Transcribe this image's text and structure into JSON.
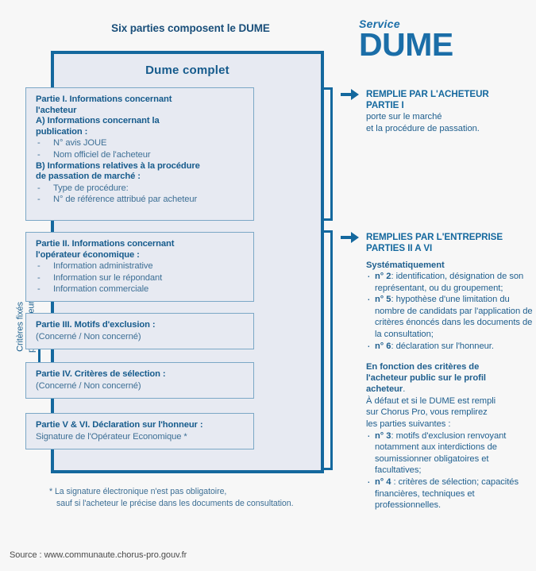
{
  "main_title": "Six parties composent le DUME",
  "logo": {
    "service": "Service",
    "name": "DUME"
  },
  "outer_box": {
    "title": "Dume  complet"
  },
  "left_label": {
    "line1": "Critères fixés",
    "line2": "par l'acheteur"
  },
  "parts": [
    {
      "id": "part-1",
      "heading_lines": [
        "Partie I. Informations concernant",
        "l'acheteur",
        "A) Informations concernant la",
        "publication :"
      ],
      "bullets_a": [
        "N°  avis JOUE",
        "Nom officiel de l'acheteur"
      ],
      "heading_b_lines": [
        "B) Informations relatives à la procédure",
        "de passation de marché :"
      ],
      "bullets_b": [
        "Type de procédure:",
        "N°  de référence attribué par acheteur"
      ]
    },
    {
      "id": "part-2",
      "heading_lines": [
        "Partie II. Informations concernant",
        "l'opérateur économique :"
      ],
      "bullets": [
        "Information administrative",
        "Information sur le répondant",
        "Information commerciale"
      ]
    },
    {
      "id": "part-3",
      "heading": "Partie III. Motifs d'exclusion :",
      "sub": "(Concerné / Non concerné)"
    },
    {
      "id": "part-4",
      "heading": "Partie IV. Critères de sélection :",
      "sub": "(Concerné / Non concerné)"
    },
    {
      "id": "part-5",
      "heading": "Partie V & VI. Déclaration sur l'honneur :",
      "sub": "Signature de l'Opérateur Economique *"
    }
  ],
  "right_sections": [
    {
      "id": "section-acheteur",
      "head_line1": "REMPLIE PAR L'ACHETEUR",
      "head_line2": "PARTIE I",
      "body_line1": "porte sur le marché",
      "body_line2": "et la procédure de passation."
    },
    {
      "id": "section-entreprise",
      "head_line1": "REMPLIES PAR L'ENTREPRISE",
      "head_line2": "PARTIES II A VI",
      "sub1": "Systématiquement",
      "bullets1": [
        {
          "num": "n° 2",
          "text": ": identification, désignation de son représentant, ou du groupement;"
        },
        {
          "num": "n° 5",
          "text": ": hypothèse d'une limitation du nombre de candidats par l'application de critères énoncés dans les documents de la consultation;"
        },
        {
          "num": "n° 6",
          "text": ": déclaration sur l'honneur."
        }
      ],
      "sub2_line1": "En fonction des critères de",
      "sub2_line2": "l'acheteur public sur le profil",
      "sub2_line3": "acheteur",
      "sub2_tail": ".",
      "body2_line1": "À défaut et si le DUME est rempli",
      "body2_line2": "sur Chorus Pro, vous remplirez",
      "body2_line3": "les parties suivantes :",
      "bullets2": [
        {
          "num": "n° 3",
          "text": ": motifs d'exclusion renvoyant notamment aux interdictions de soumissionner obligatoires et facultatives;"
        },
        {
          "num": "n° 4",
          "text": " : critères de sélection; capacités financières, techniques et professionnelles."
        }
      ]
    }
  ],
  "footnote": {
    "line1": "* La signature électronique n'est pas obligatoire,",
    "line2": "sauf si l'acheteur le précise dans les documents de consultation."
  },
  "source": "Source : www.communaute.chorus-pro.gouv.fr",
  "icons": {
    "arrow": "arrow-right-icon",
    "bracket": "bracket-icon"
  },
  "colors": {
    "brand_blue": "#14689e",
    "text_blue": "#1f5f8e",
    "light_blue": "#3d6f95",
    "box_fill": "#e7eaf2",
    "inner_border": "#7ba7c6",
    "page_bg": "#f7f7f7"
  }
}
